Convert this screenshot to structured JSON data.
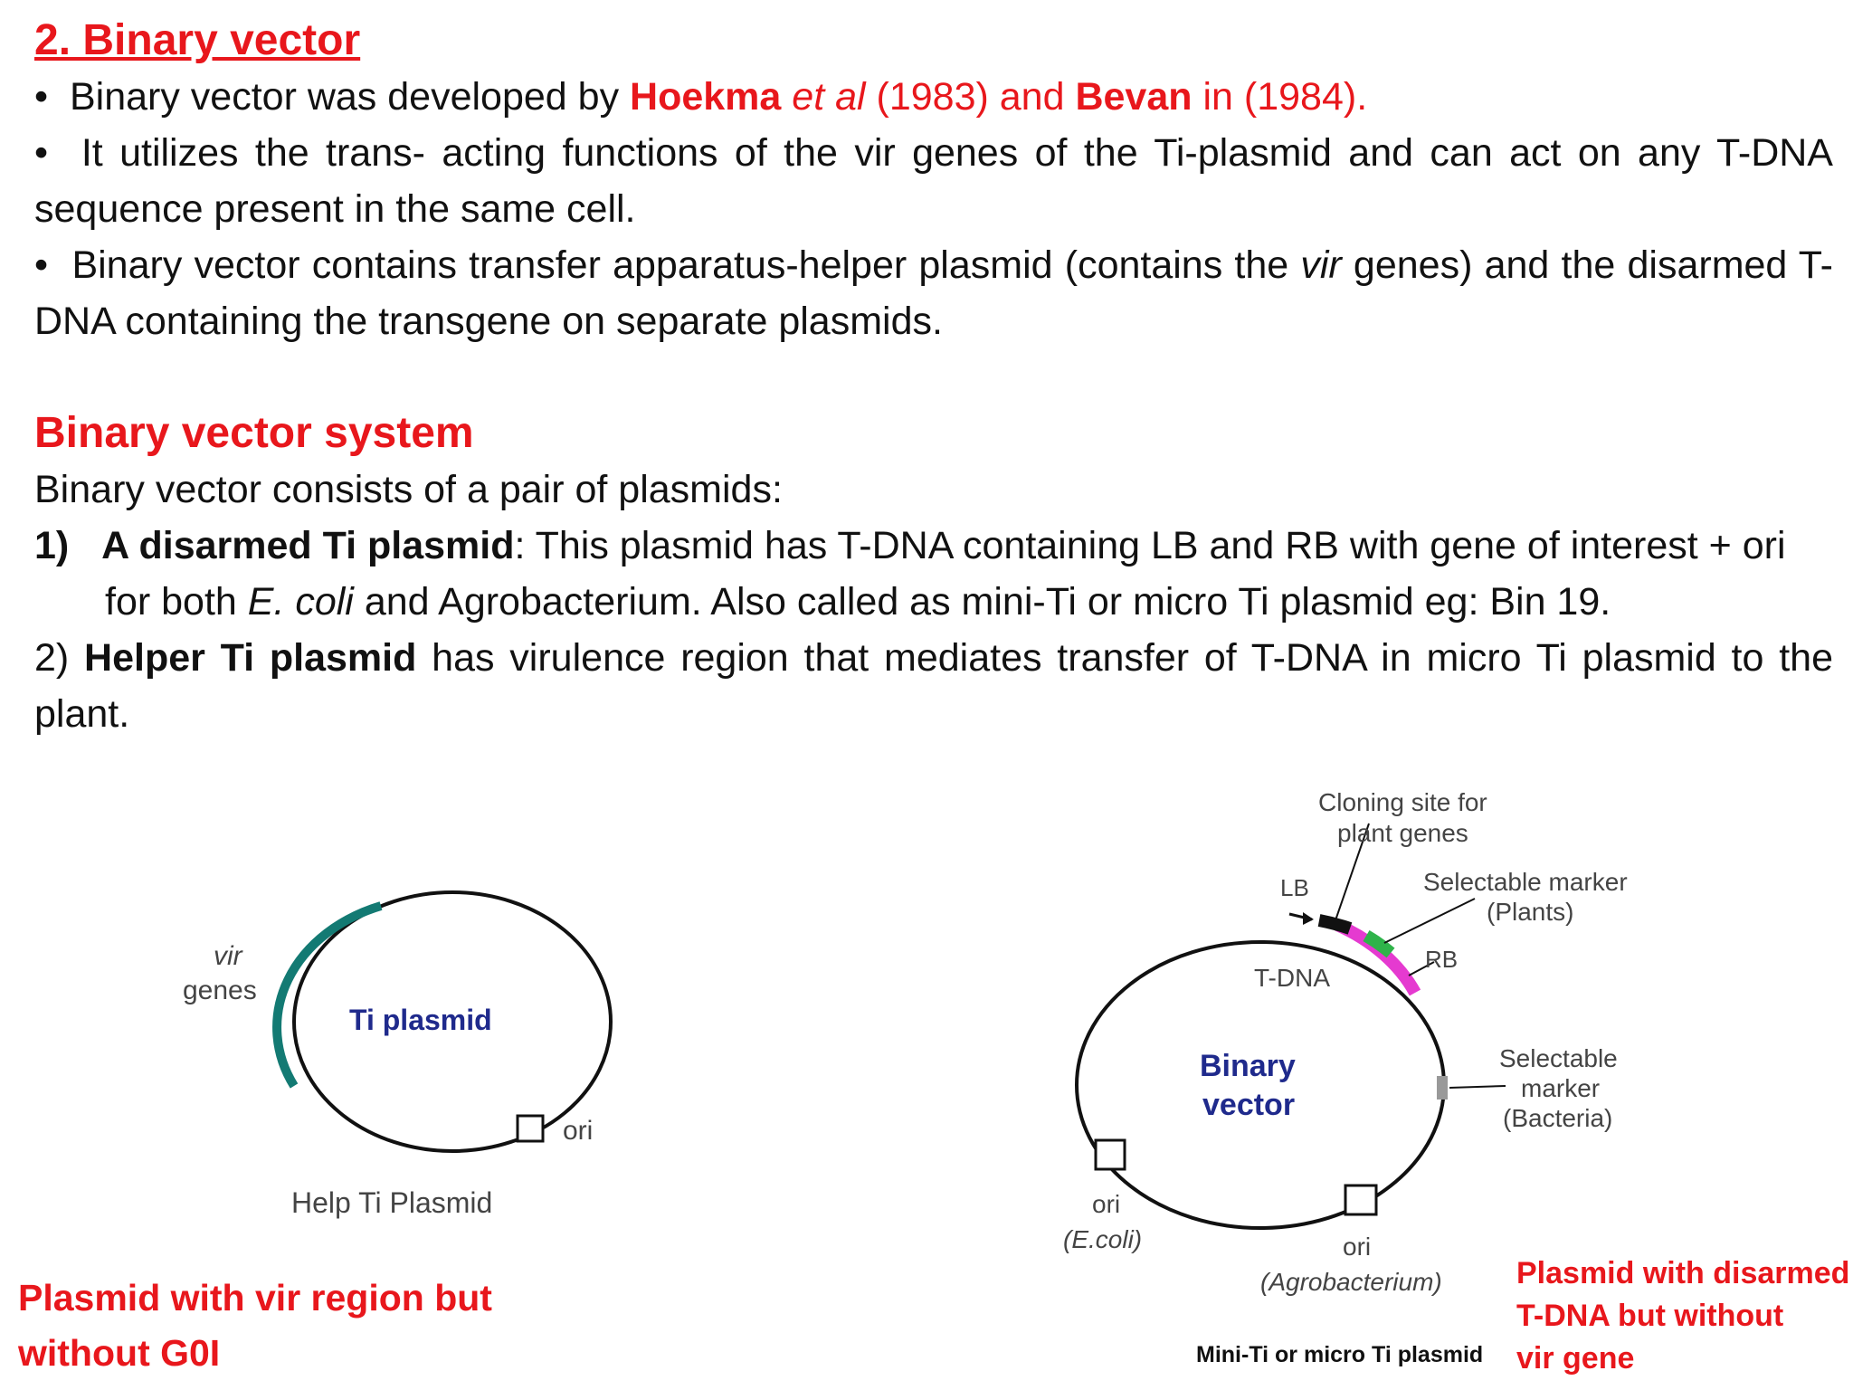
{
  "heading": "2. Binary vector",
  "bullets": [
    {
      "bullet": "•",
      "pre": "Binary vector was developed by ",
      "name1": "Hoekma",
      "etal": "et al",
      "mid": " (1983) and ",
      "name2": "Bevan",
      "post": " in (1984)."
    },
    {
      "bullet": "•",
      "text": "It utilizes the trans- acting functions of the vir genes of the Ti-plasmid and can act on any T-DNA sequence present in the same cell."
    },
    {
      "bullet": "•",
      "pre": "Binary vector contains transfer apparatus-helper plasmid (contains the ",
      "vir": "vir",
      "post": " genes) and the disarmed T-DNA containing the transgene on separate plasmids."
    }
  ],
  "system_heading": "Binary vector system",
  "system_intro": "Binary vector consists of a pair of plasmids:",
  "items": [
    {
      "num": "1)",
      "title": "A disarmed Ti plasmid",
      "pre": ": This plasmid has T-DNA containing LB and RB with gene of interest + ori for both ",
      "ecoli": "E. coli",
      "post": " and Agrobacterium. Also called as mini-Ti or micro Ti plasmid eg: Bin 19."
    },
    {
      "num": "2)",
      "title": "Helper Ti plasmid",
      "post": " has virulence region that mediates transfer of T-DNA in micro Ti plasmid to the plant."
    }
  ],
  "diagram": {
    "left": {
      "vir": "vir",
      "genes": "genes",
      "center_label": "Ti plasmid",
      "ori": "ori",
      "caption": "Help Ti Plasmid",
      "note_line1": "Plasmid with vir region but",
      "note_line2": "without G0I"
    },
    "right": {
      "cloning_line1": "Cloning site for",
      "cloning_line2": "plant genes",
      "lb": "LB",
      "tdna": "T-DNA",
      "sel_plants_line1": "Selectable marker",
      "sel_plants_line2": "(Plants)",
      "rb": "RB",
      "center_line1": "Binary",
      "center_line2": "vector",
      "sel_bact_line1": "Selectable",
      "sel_bact_line2": "marker",
      "sel_bact_line3": "(Bacteria)",
      "ori_ecoli_line1": "ori",
      "ori_ecoli_line2": "(E.coli)",
      "ori_agro_line1": "ori",
      "ori_agro_line2": "(Agrobacterium)",
      "caption": "Mini-Ti or micro Ti plasmid",
      "note_line1": "Plasmid with disarmed",
      "note_line2": "T-DNA but without",
      "note_line3": "vir gene"
    }
  },
  "colors": {
    "red": "#e8171c",
    "vir_arc": "#137a73",
    "tdna_pink": "#e53ad0",
    "marker_green": "#2fb34a",
    "label_blue": "#1f2a8c"
  }
}
